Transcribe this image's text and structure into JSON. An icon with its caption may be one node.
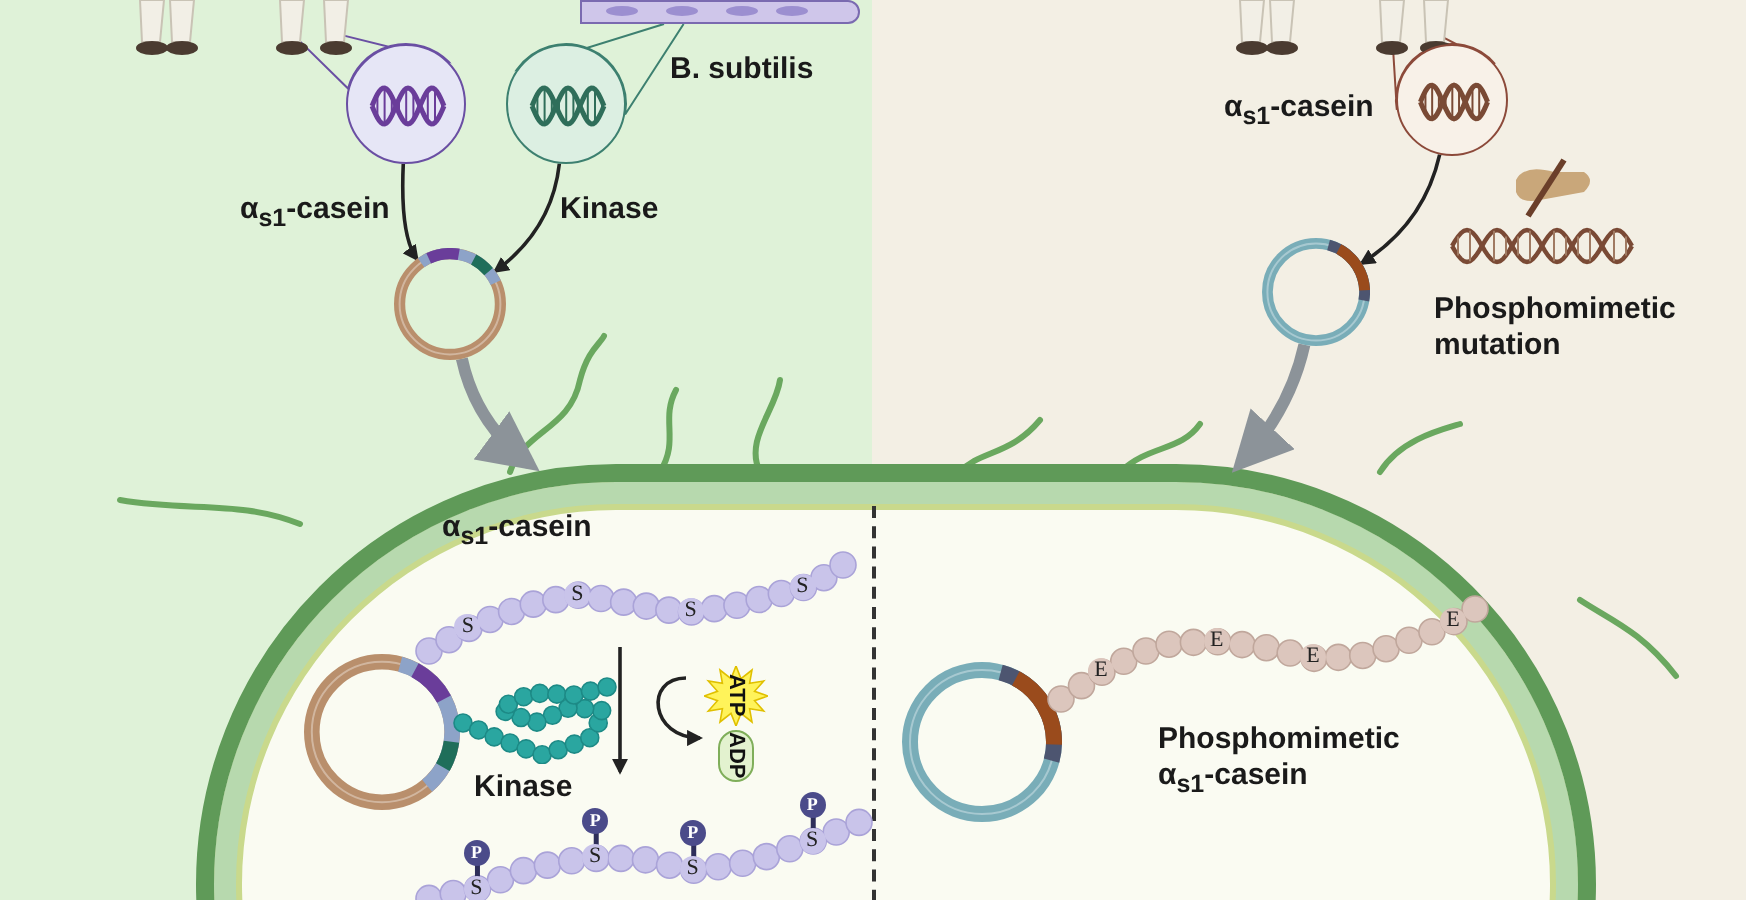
{
  "diagram": {
    "nodes": [
      {
        "text": [],
        "shape": "picture"
      },
      {
        "text": [],
        "shape": "picture",
        "beside": [
          "B. subtilis"
        ]
      },
      {
        "text": [],
        "shape": "circle"
      },
      {
        "text": [],
        "shape": "circle"
      },
      {
        "text": [],
        "shape": "circle"
      },
      {
        "text": [],
        "shape": "picture"
      },
      {
        "text": [],
        "shape": "circle",
        "beside": [
          "α$_{s1}$-casein"
        ]
      },
      {
        "text": [],
        "shape": "circle"
      },
      {
        "text": [],
        "shape": "picture"
      },
      {
        "text": [],
        "shape": "circle",
        "in": 8
      },
      {
        "text": [
          "S",
          "S",
          "S",
          "S"
        ],
        "in": 8,
        "beside": [
          "α$_{s1}$-casein"
        ]
      },
      {
        "text": [],
        "shape": "picture",
        "in": 8,
        "beside": [
          "Kinase"
        ]
      },
      {
        "text": [
          "ATP"
        ],
        "in": 8
      },
      {
        "text": [
          "ADP"
        ],
        "in": 8
      },
      {
        "text": [
          "P",
          "S",
          "P",
          "S",
          "P",
          "S",
          "P",
          "S"
        ],
        "in": 8
      },
      {
        "text": [],
        "shape": "circle",
        "in": 8
      },
      {
        "text": [
          "E",
          "E",
          "E",
          "E"
        ],
        "in": 8,
        "beside": [
          "Phosphomimetic α$_{s1}$-casein"
        ]
      }
    ],
    "edges": [
      {
        "from": 0,
        "to": 2,
        "arrow": "none",
        "color": "#6a4fa3"
      },
      {
        "from": 1,
        "to": 3,
        "arrow": "none",
        "color": "#3d8070"
      },
      {
        "from": 2,
        "to": 4,
        "arrow": "to",
        "label": "α$_{s1}$-casein"
      },
      {
        "from": 3,
        "to": 4,
        "arrow": "to",
        "label": "Kinase"
      },
      {
        "from": 4,
        "to": 8,
        "arrow": "to",
        "style": "thick",
        "color": "#8c9399"
      },
      {
        "from": 5,
        "to": 6,
        "arrow": "none",
        "color": "#8c4a3a"
      },
      {
        "from": 6,
        "to": 7,
        "arrow": "to"
      },
      {
        "from": 7,
        "to": 8,
        "arrow": "to",
        "style": "thick",
        "color": "#8c9399"
      },
      {
        "from": 10,
        "to": 14,
        "arrow": "to"
      },
      {
        "from": 12,
        "to": 13,
        "arrow": "to"
      }
    ],
    "labels": [
      "Phosphomimetic mutation"
    ]
  }
}
